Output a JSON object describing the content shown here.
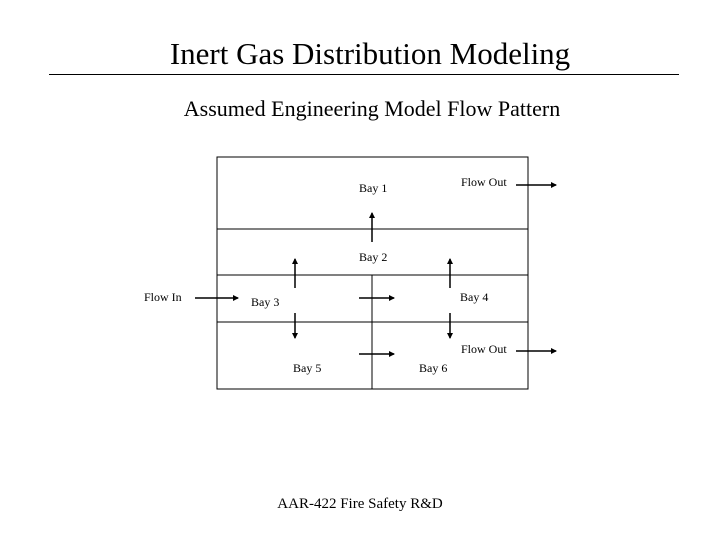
{
  "slide": {
    "title": "Inert Gas Distribution Modeling",
    "subtitle": "Assumed Engineering Model Flow Pattern",
    "footer": "AAR-422 Fire Safety R&D"
  },
  "diagram": {
    "labels": {
      "bay1": "Bay 1",
      "bay2": "Bay 2",
      "bay3": "Bay 3",
      "bay4": "Bay 4",
      "bay5": "Bay 5",
      "bay6": "Bay 6",
      "flow_in": "Flow In",
      "flow_out_top": "Flow Out",
      "flow_out_bottom": "Flow Out"
    }
  }
}
